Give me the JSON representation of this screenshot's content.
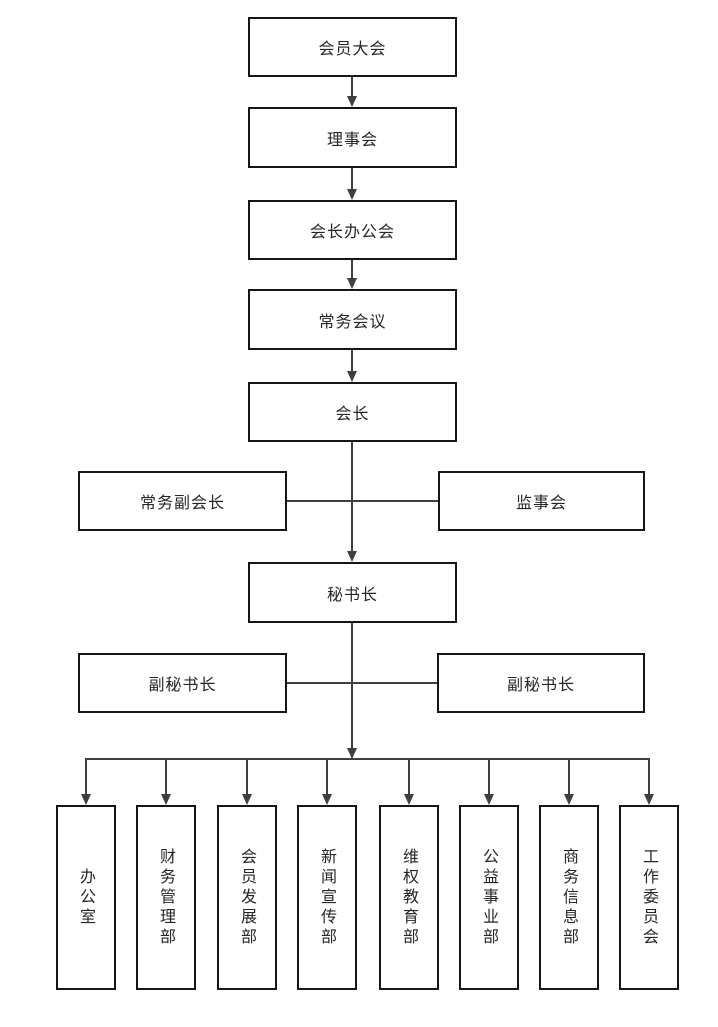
{
  "diagram": {
    "type": "org-chart",
    "background_color": "#ffffff",
    "box_border_color": "#161616",
    "connector_color": "#3f3f3f",
    "text_color": "#262626",
    "chain": [
      {
        "label": "会员大会"
      },
      {
        "label": "理事会"
      },
      {
        "label": "会长办公会"
      },
      {
        "label": "常务会议"
      },
      {
        "label": "会长"
      },
      {
        "label": "秘书长"
      }
    ],
    "sides": {
      "executive_vice_president": {
        "label": "常务副会长"
      },
      "supervisory_board": {
        "label": "监事会"
      },
      "deputy_secretary_general_left": {
        "label": "副秘书长"
      },
      "deputy_secretary_general_right": {
        "label": "副秘书长"
      }
    },
    "departments": [
      {
        "label": "办公室"
      },
      {
        "label": "财务管理部"
      },
      {
        "label": "会员发展部"
      },
      {
        "label": "新闻宣传部"
      },
      {
        "label": "维权教育部"
      },
      {
        "label": "公益事业部"
      },
      {
        "label": "商务信息部"
      },
      {
        "label": "工作委员会"
      }
    ]
  }
}
